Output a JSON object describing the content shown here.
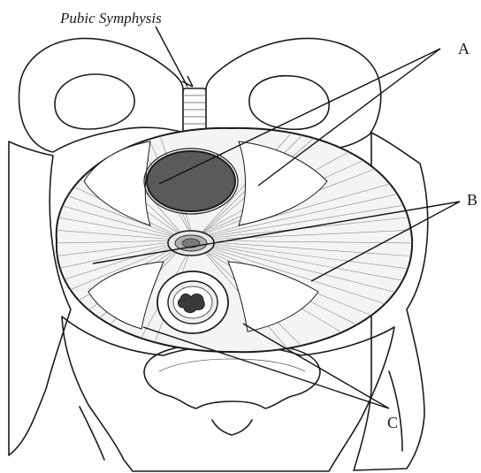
{
  "labels": {
    "title_label": "Pubic Symphysis",
    "a": "A",
    "b": "B",
    "c": "C"
  },
  "colors": {
    "bone": "#ffffff",
    "ink": "#1c1c1c",
    "muscle_fill": "#f4f4f4",
    "fibre": "#8a8a8a",
    "urethra_dark": "#5a5a5a",
    "rectum_dark": "#3a3a3a"
  }
}
